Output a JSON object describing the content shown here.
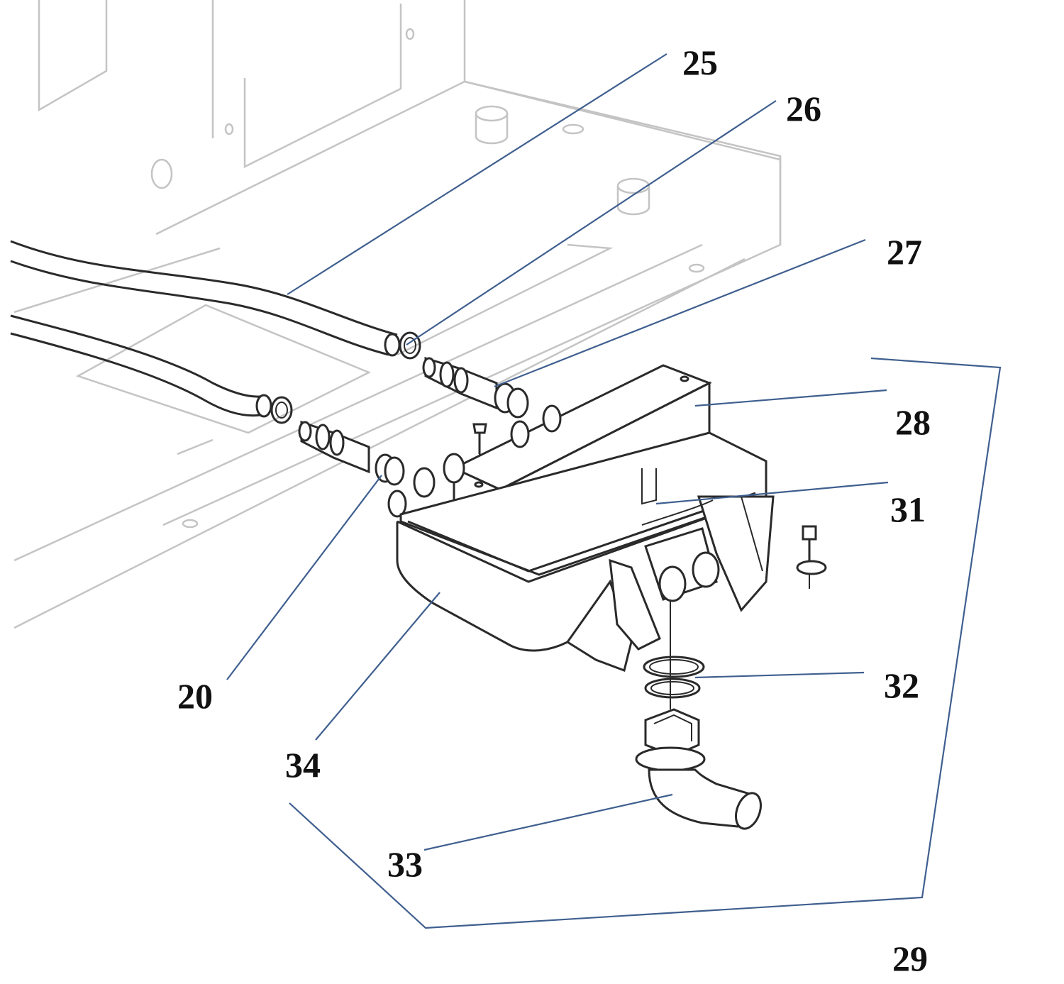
{
  "parts": [
    {
      "id": "p25",
      "number": "25"
    },
    {
      "id": "p26",
      "number": "26"
    },
    {
      "id": "p27",
      "number": "27"
    },
    {
      "id": "p28",
      "number": "28"
    },
    {
      "id": "p31",
      "number": "31"
    },
    {
      "id": "p20",
      "number": "20"
    },
    {
      "id": "p32",
      "number": "32"
    },
    {
      "id": "p34",
      "number": "34"
    },
    {
      "id": "p33",
      "number": "33"
    },
    {
      "id": "p29",
      "number": "29"
    }
  ],
  "colors": {
    "leader": "#3f5f8f",
    "ink": "#2a2a2a",
    "background_outline": "#c4c4c4",
    "label": "#111111"
  }
}
